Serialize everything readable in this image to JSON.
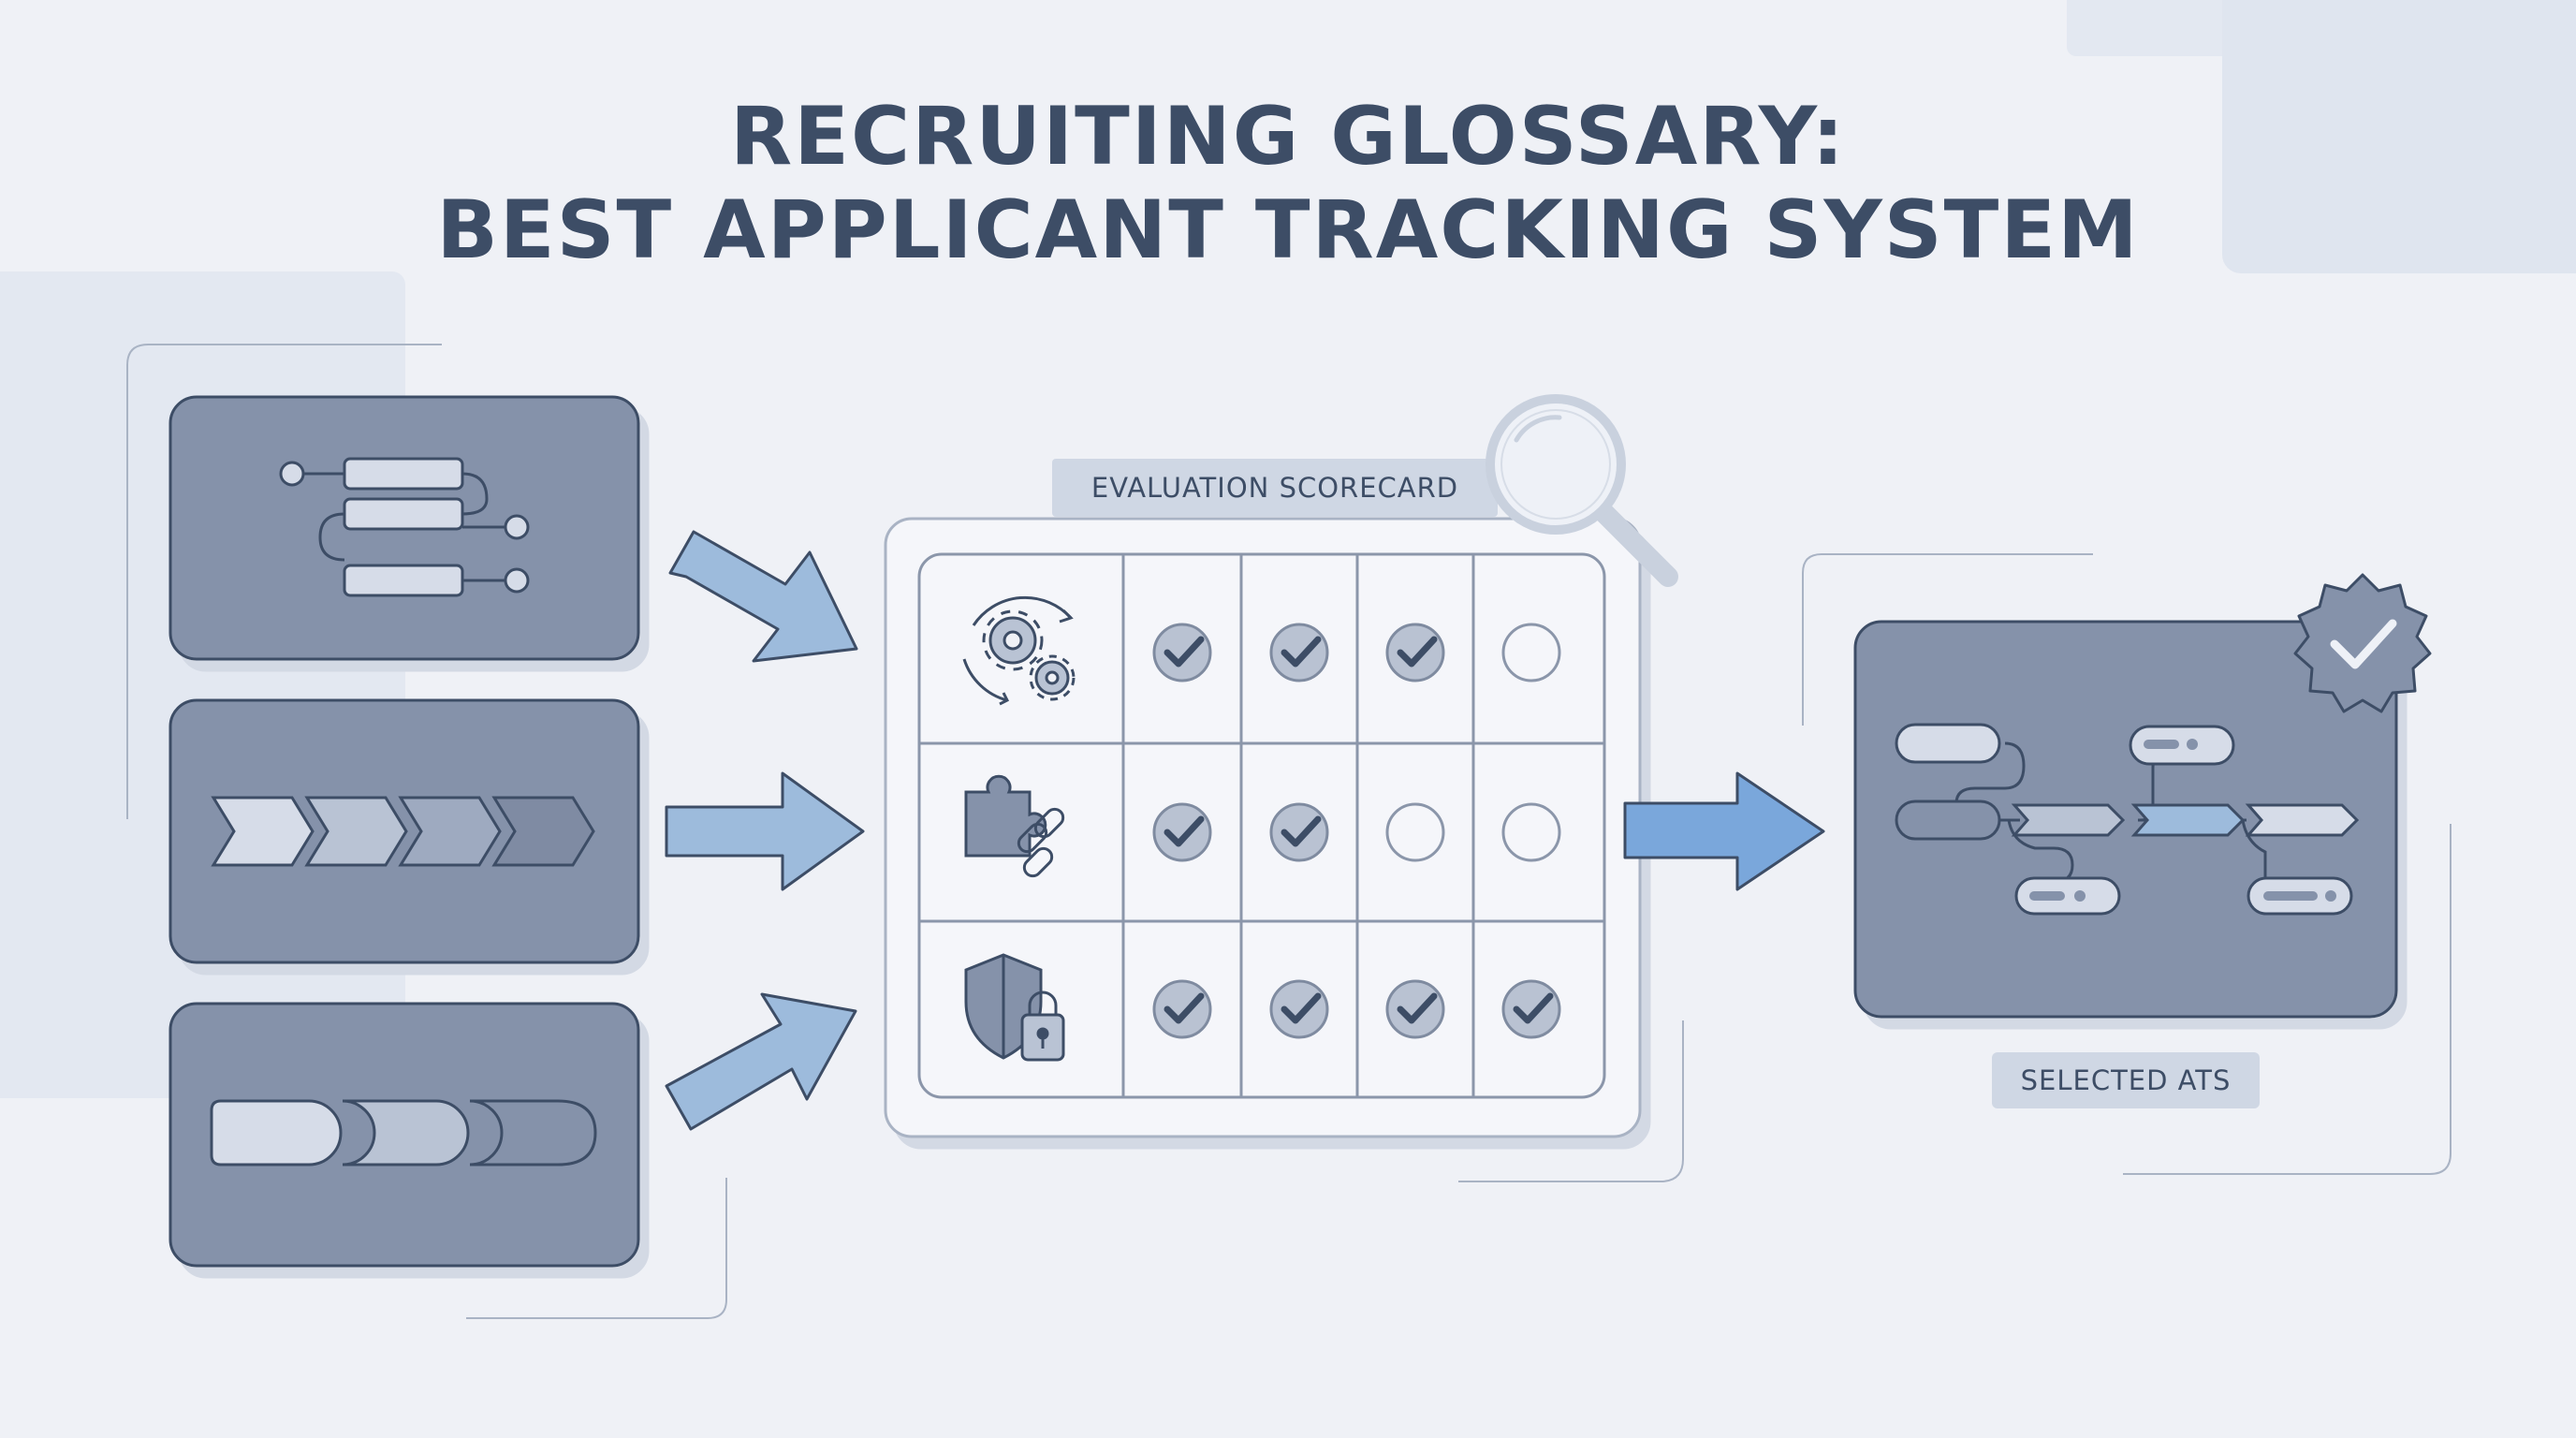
{
  "title": {
    "line1": "RECRUITING GLOSSARY:",
    "line2": "BEST APPLICANT TRACKING SYSTEM"
  },
  "scorecard": {
    "label": "EVALUATION SCORECARD",
    "rows": [
      {
        "icon": "gears-cycle-icon",
        "checks": [
          true,
          true,
          true,
          false
        ]
      },
      {
        "icon": "puzzle-link-icon",
        "checks": [
          true,
          true,
          false,
          false
        ]
      },
      {
        "icon": "shield-lock-icon",
        "checks": [
          true,
          true,
          true,
          true
        ]
      }
    ]
  },
  "inputs": [
    {
      "icon": "workflow-list-icon"
    },
    {
      "icon": "chevron-pipeline-icon"
    },
    {
      "icon": "stage-pill-icon"
    }
  ],
  "result": {
    "label": "SELECTED ATS",
    "badge_icon": "verified-badge-icon"
  },
  "colors": {
    "background": "#eff1f6",
    "panel": "#8592aa",
    "outline": "#3d4d66",
    "arrow": "#9dbbdc",
    "check_fill": "#b9c2d2"
  }
}
